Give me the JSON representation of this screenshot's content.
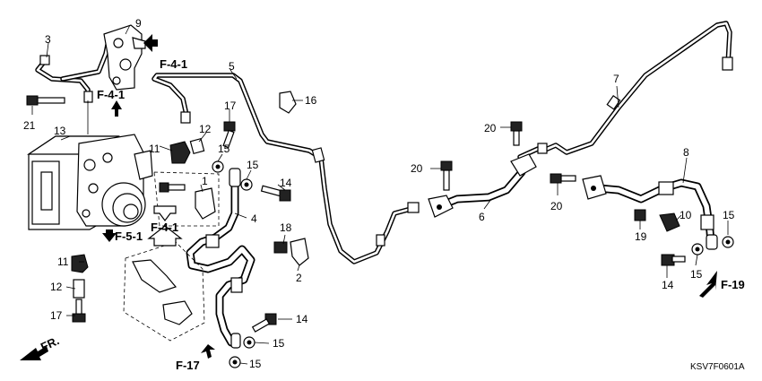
{
  "callouts": {
    "n1": "1",
    "n2": "2",
    "n3": "3",
    "n4": "4",
    "n5": "5",
    "n6": "6",
    "n7": "7",
    "n8": "8",
    "n9": "9",
    "n10": "10",
    "n11a": "11",
    "n11b": "11",
    "n12a": "12",
    "n12b": "12",
    "n13": "13",
    "n14a": "14",
    "n14b": "14",
    "n14c": "14",
    "n15a": "15",
    "n15b": "15",
    "n15c": "15",
    "n15d": "15",
    "n15e": "15",
    "n15f": "15",
    "n16": "16",
    "n17a": "17",
    "n17b": "17",
    "n18": "18",
    "n19": "19",
    "n20a": "20",
    "n20b": "20",
    "n20c": "20",
    "n21": "21"
  },
  "references": {
    "f41_top": "F-4-1",
    "f41_mid": "F-4-1",
    "f41_box": "F-4-1",
    "f51": "F-5-1",
    "f17": "F-17",
    "f19": "F-19",
    "front": "FR."
  },
  "diagram_code": "KSV7F0601A"
}
